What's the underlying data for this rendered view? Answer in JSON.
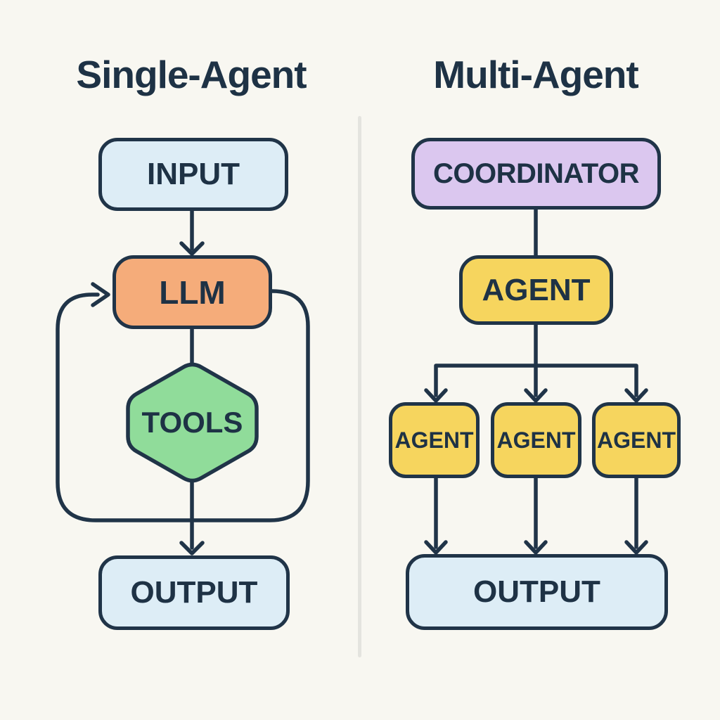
{
  "panels": {
    "single_agent": {
      "title": "Single-Agent",
      "nodes": {
        "input": {
          "label": "INPUT"
        },
        "llm": {
          "label": "LLM"
        },
        "tools": {
          "label": "TOOLS"
        },
        "output": {
          "label": "OUTPUT"
        }
      },
      "edges": [
        "input -> llm",
        "llm -> tools",
        "llm -> loop -> llm",
        "tools -> output"
      ]
    },
    "multi_agent": {
      "title": "Multi-Agent",
      "nodes": {
        "coordinator": {
          "label": "COORDINATOR"
        },
        "agent_main": {
          "label": "AGENT"
        },
        "agent_1": {
          "label": "AGENT"
        },
        "agent_2": {
          "label": "AGENT"
        },
        "agent_3": {
          "label": "AGENT"
        },
        "output": {
          "label": "OUTPUT"
        }
      },
      "edges": [
        "coordinator -> agent_main",
        "agent_main -> agent_1",
        "agent_main -> agent_2",
        "agent_main -> agent_3",
        "agent_1 -> output",
        "agent_2 -> output",
        "agent_3 -> output"
      ]
    }
  },
  "colors": {
    "background": "#f8f7f1",
    "stroke_navy": "#203448",
    "text_navy": "#1e3245",
    "node_light_blue": "#ddedf6",
    "node_orange": "#f5ac7a",
    "node_green": "#90dc9a",
    "node_yellow": "#f6d55e",
    "node_purple": "#dbc7ef",
    "divider_gray": "#e4e4df"
  }
}
